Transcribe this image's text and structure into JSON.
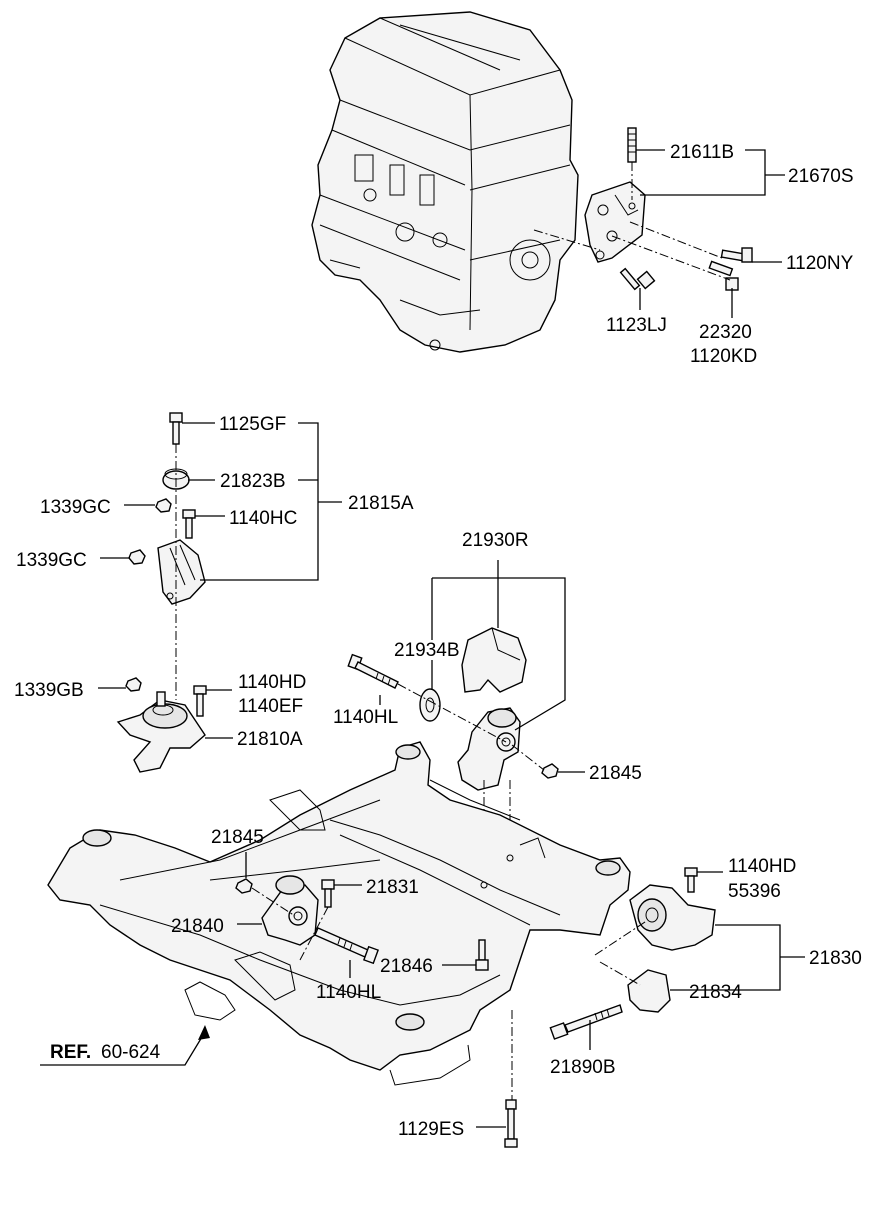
{
  "diagram": {
    "labels": {
      "p21611B": "21611B",
      "p21670S": "21670S",
      "p1120NY": "1120NY",
      "p1123LJ": "1123LJ",
      "p22320": "22320",
      "p1120KD": "1120KD",
      "p1125GF": "1125GF",
      "p21823B": "21823B",
      "p1339GC_a": "1339GC",
      "p1140HC": "1140HC",
      "p21815A": "21815A",
      "p1339GC_b": "1339GC",
      "p21930R": "21930R",
      "p21934B": "21934B",
      "p1339GB": "1339GB",
      "p1140HD_a": "1140HD",
      "p1140EF": "1140EF",
      "p1140HL_a": "1140HL",
      "p21810A": "21810A",
      "p21845_a": "21845",
      "p21845_b": "21845",
      "p21831": "21831",
      "p1140HD_b": "1140HD",
      "p55396": "55396",
      "p21840": "21840",
      "p21846": "21846",
      "p21830": "21830",
      "p1140HL_b": "1140HL",
      "p21834": "21834",
      "p21890B": "21890B",
      "ref_prefix": "REF.",
      "ref_code": "60-624",
      "p1129ES": "1129ES"
    }
  }
}
